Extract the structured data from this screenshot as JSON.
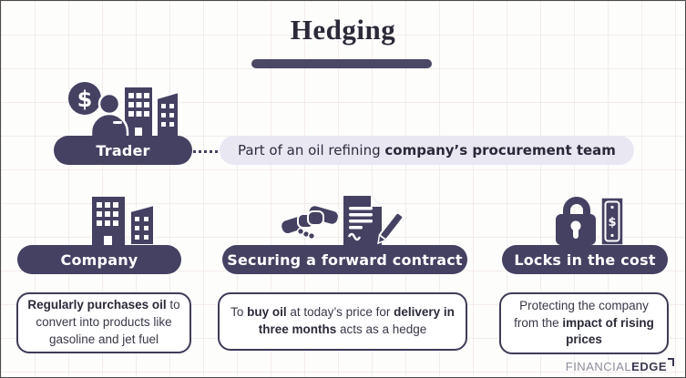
{
  "title": "Hedging",
  "colors": {
    "dark_navy": "#454162",
    "light_lavender_pill": "#e9e7f2",
    "card_border": "#3e3b58",
    "background": "#fdfdfc"
  },
  "trader": {
    "label": "Trader",
    "icon": "dollar-coin-person-buildings-icon",
    "description": {
      "normal": "Part of an oil refining ",
      "bold": "company’s procurement team"
    }
  },
  "columns": [
    {
      "icon": "company-buildings-icon",
      "label": "Company",
      "card": {
        "segments": [
          {
            "text": "Regularly purchases oil",
            "bold": true
          },
          {
            "text": " to convert into products like gasoline and jet fuel",
            "bold": false
          }
        ]
      }
    },
    {
      "icon": "handshake-contract-icon",
      "label": "Securing a forward contract",
      "card": {
        "segments": [
          {
            "text": "To ",
            "bold": false
          },
          {
            "text": "buy oil",
            "bold": true
          },
          {
            "text": " at today’s price for ",
            "bold": false
          },
          {
            "text": "delivery in three months",
            "bold": true
          },
          {
            "text": " acts as a hedge",
            "bold": false
          }
        ]
      }
    },
    {
      "icon": "padlock-banknote-icon",
      "label": "Locks in the cost",
      "card": {
        "segments": [
          {
            "text": "Protecting the company from the ",
            "bold": false
          },
          {
            "text": "impact of rising prices",
            "bold": true
          }
        ]
      }
    }
  ],
  "logo": {
    "first": "FINANCIAL",
    "second": "EDGE"
  }
}
